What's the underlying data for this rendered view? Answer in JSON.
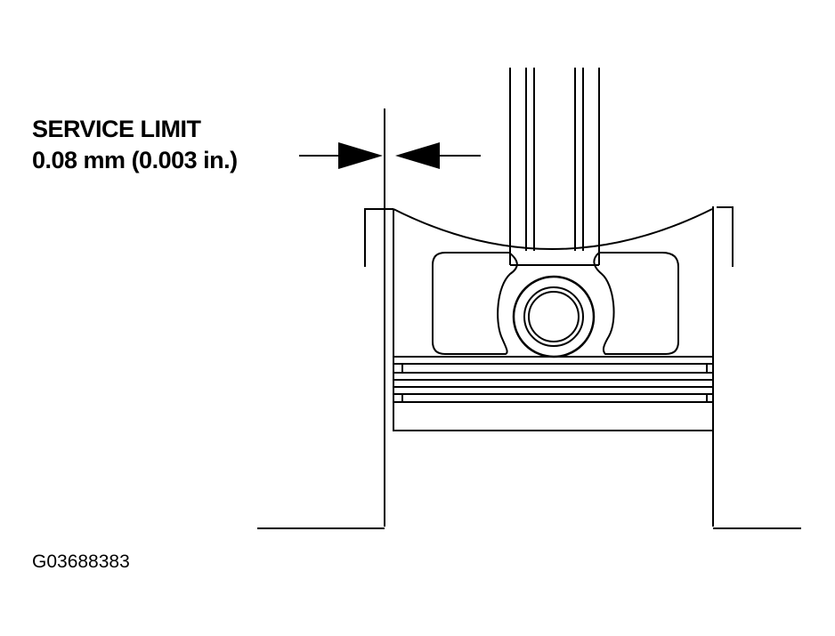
{
  "callout": {
    "title": "SERVICE LIMIT",
    "value": "0.08 mm (0.003 in.)"
  },
  "figure_id": "G03688383",
  "colors": {
    "ink": "#000000",
    "background": "#ffffff"
  }
}
